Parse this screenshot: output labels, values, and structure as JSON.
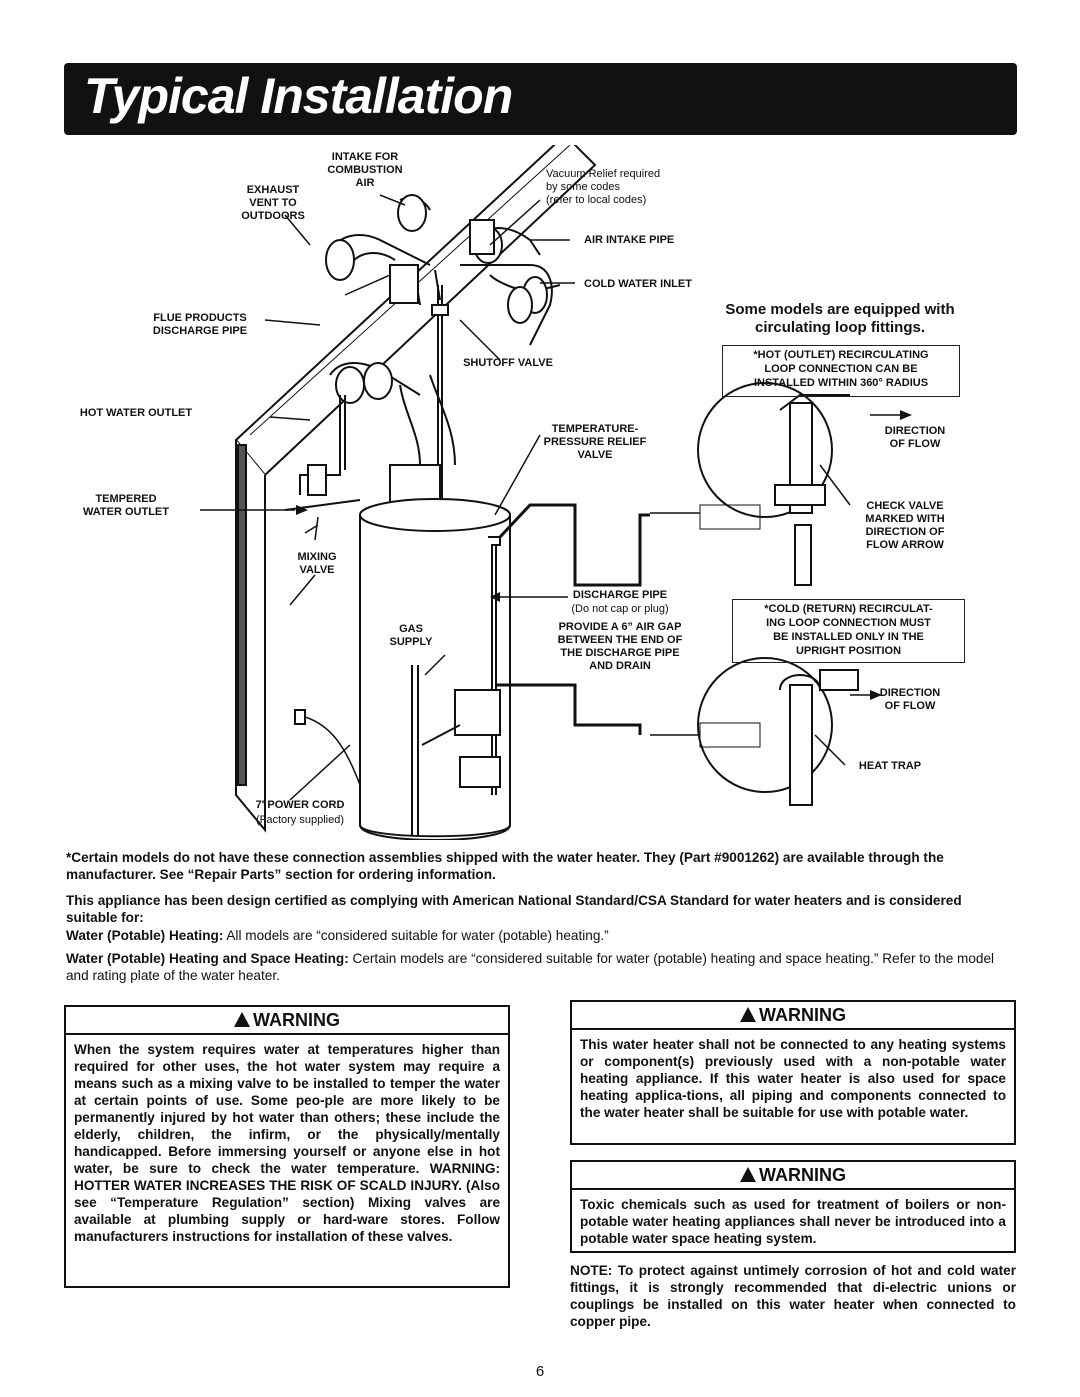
{
  "title": "Typical Installation",
  "diagram": {
    "labels": {
      "intake": "INTAKE FOR\nCOMBUSTION\nAIR",
      "exhaust": "EXHAUST\nVENT TO\nOUTDOORS",
      "vacuum": "Vacuum Relief required\nby some codes\n(refer to local codes)",
      "air_intake_pipe": "AIR INTAKE PIPE",
      "cold_water_inlet": "COLD WATER INLET",
      "flue": "FLUE PRODUCTS\nDISCHARGE PIPE",
      "shutoff": "SHUTOFF VALVE",
      "hot_water_outlet": "HOT WATER OUTLET",
      "tp_relief": "TEMPERATURE-\nPRESSURE RELIEF\nVALVE",
      "tempered": "TEMPERED\nWATER OUTLET",
      "mixing_valve": "MIXING\nVALVE",
      "discharge_pipe": "DISCHARGE PIPE",
      "discharge_note": "(Do not cap or plug)",
      "air_gap": "PROVIDE A 6” AIR GAP\nBETWEEN THE END OF\nTHE DISCHARGE PIPE\nAND DRAIN",
      "gas_supply": "GAS\nSUPPLY",
      "power_cord": "7' POWER CORD",
      "power_cord_note": "(Factory supplied)",
      "loop_note": "Some models are equipped with\ncirculating loop fittings.",
      "hot_recirc": "*HOT (OUTLET) RECIRCULATING\nLOOP CONNECTION CAN BE\nINSTALLED WITHIN 360° RADIUS",
      "direction_flow_1": "DIRECTION\nOF FLOW",
      "check_valve": "CHECK VALVE\nMARKED WITH\nDIRECTION OF\nFLOW ARROW",
      "cold_recirc": "*COLD (RETURN) RECIRCULAT-\nING LOOP CONNECTION MUST\nBE INSTALLED ONLY IN THE\nUPRIGHT POSITION",
      "direction_flow_2": "DIRECTION\nOF FLOW",
      "heat_trap": "HEAT TRAP"
    }
  },
  "paragraphs": {
    "p1": "*Certain models do not have these connection assemblies shipped with the water heater. They (Part #9001262) are available through the manufacturer. See “Repair Parts” section for ordering information.",
    "p2": "This appliance has been design certified as complying with American National Standard/CSA Standard for water heaters and is considered suitable for:",
    "p3_bold": "Water (Potable) Heating:",
    "p3_text": " All models are “considered suitable for water (potable) heating.”",
    "p4_bold": "Water (Potable) Heating and Space Heating:",
    "p4_text": " Certain models are “considered suitable for water (potable) heating and space heating.” Refer to the model and rating plate of the water heater."
  },
  "warnings": {
    "header": "WARNING",
    "w1": "When the system requires water at temperatures higher than required for other uses, the hot water system may require a means such as a mixing valve to be installed to temper the water at certain points of use. Some peo-ple are more likely to be permanently injured by hot water than others; these include the elderly, children, the infirm, or the physically/mentally handicapped. Before immersing yourself or anyone else in hot water, be sure to check the water temperature. WARNING: HOTTER WATER INCREASES THE RISK OF SCALD INJURY. (Also see “Temperature Regulation” section) Mixing valves are available at plumbing supply or hard-ware stores. Follow manufacturers instructions for installation of these valves.",
    "w2": "This water heater shall not be connected to any heating systems or component(s) previously used with a non-potable water heating appliance. If this water heater is also used for space heating applica-tions, all piping and components connected to the water heater shall be suitable for use with potable water.",
    "w3": "Toxic chemicals such as used for treatment of boilers or non-potable water heating appliances shall never be introduced into a potable water space heating system."
  },
  "note": "NOTE: To protect against untimely corrosion of hot and cold water fittings, it is strongly recommended that di-electric unions or couplings be installed on this water heater when connected to copper pipe.",
  "page_number": "6"
}
